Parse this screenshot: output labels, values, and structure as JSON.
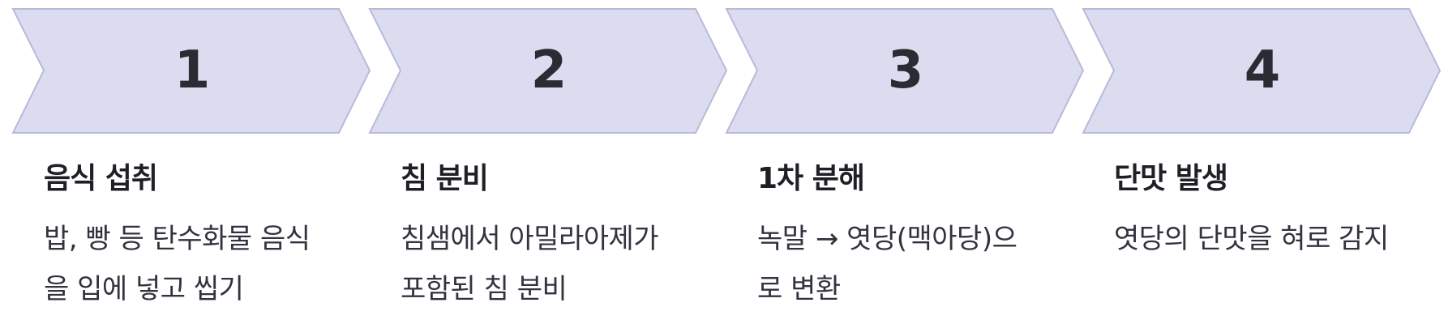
{
  "steps": [
    {
      "number": "1",
      "title": "음식 섭취",
      "description_lines": [
        "밥, 빵 등 탄수화물 음식",
        "을 입에 넣고 씹기"
      ]
    },
    {
      "number": "2",
      "title": "침 분비",
      "description_lines": [
        "침샘에서 아밀라아제가",
        "포함된 침 분비"
      ]
    },
    {
      "number": "3",
      "title": "1차 분해",
      "description_lines": [
        "녹말 → 엿당(맥아당)으",
        "로 변환"
      ]
    },
    {
      "number": "4",
      "title": "단맛 발생",
      "description_lines": [
        "엿당의 단맛을 혀로 감지"
      ]
    }
  ],
  "colors": {
    "chevron_fill": "#dcdcf0",
    "chevron_stroke": "#b9b9d9",
    "number_text": "#2b2b33",
    "title_text": "#1f1f26",
    "description_text": "#333340"
  }
}
